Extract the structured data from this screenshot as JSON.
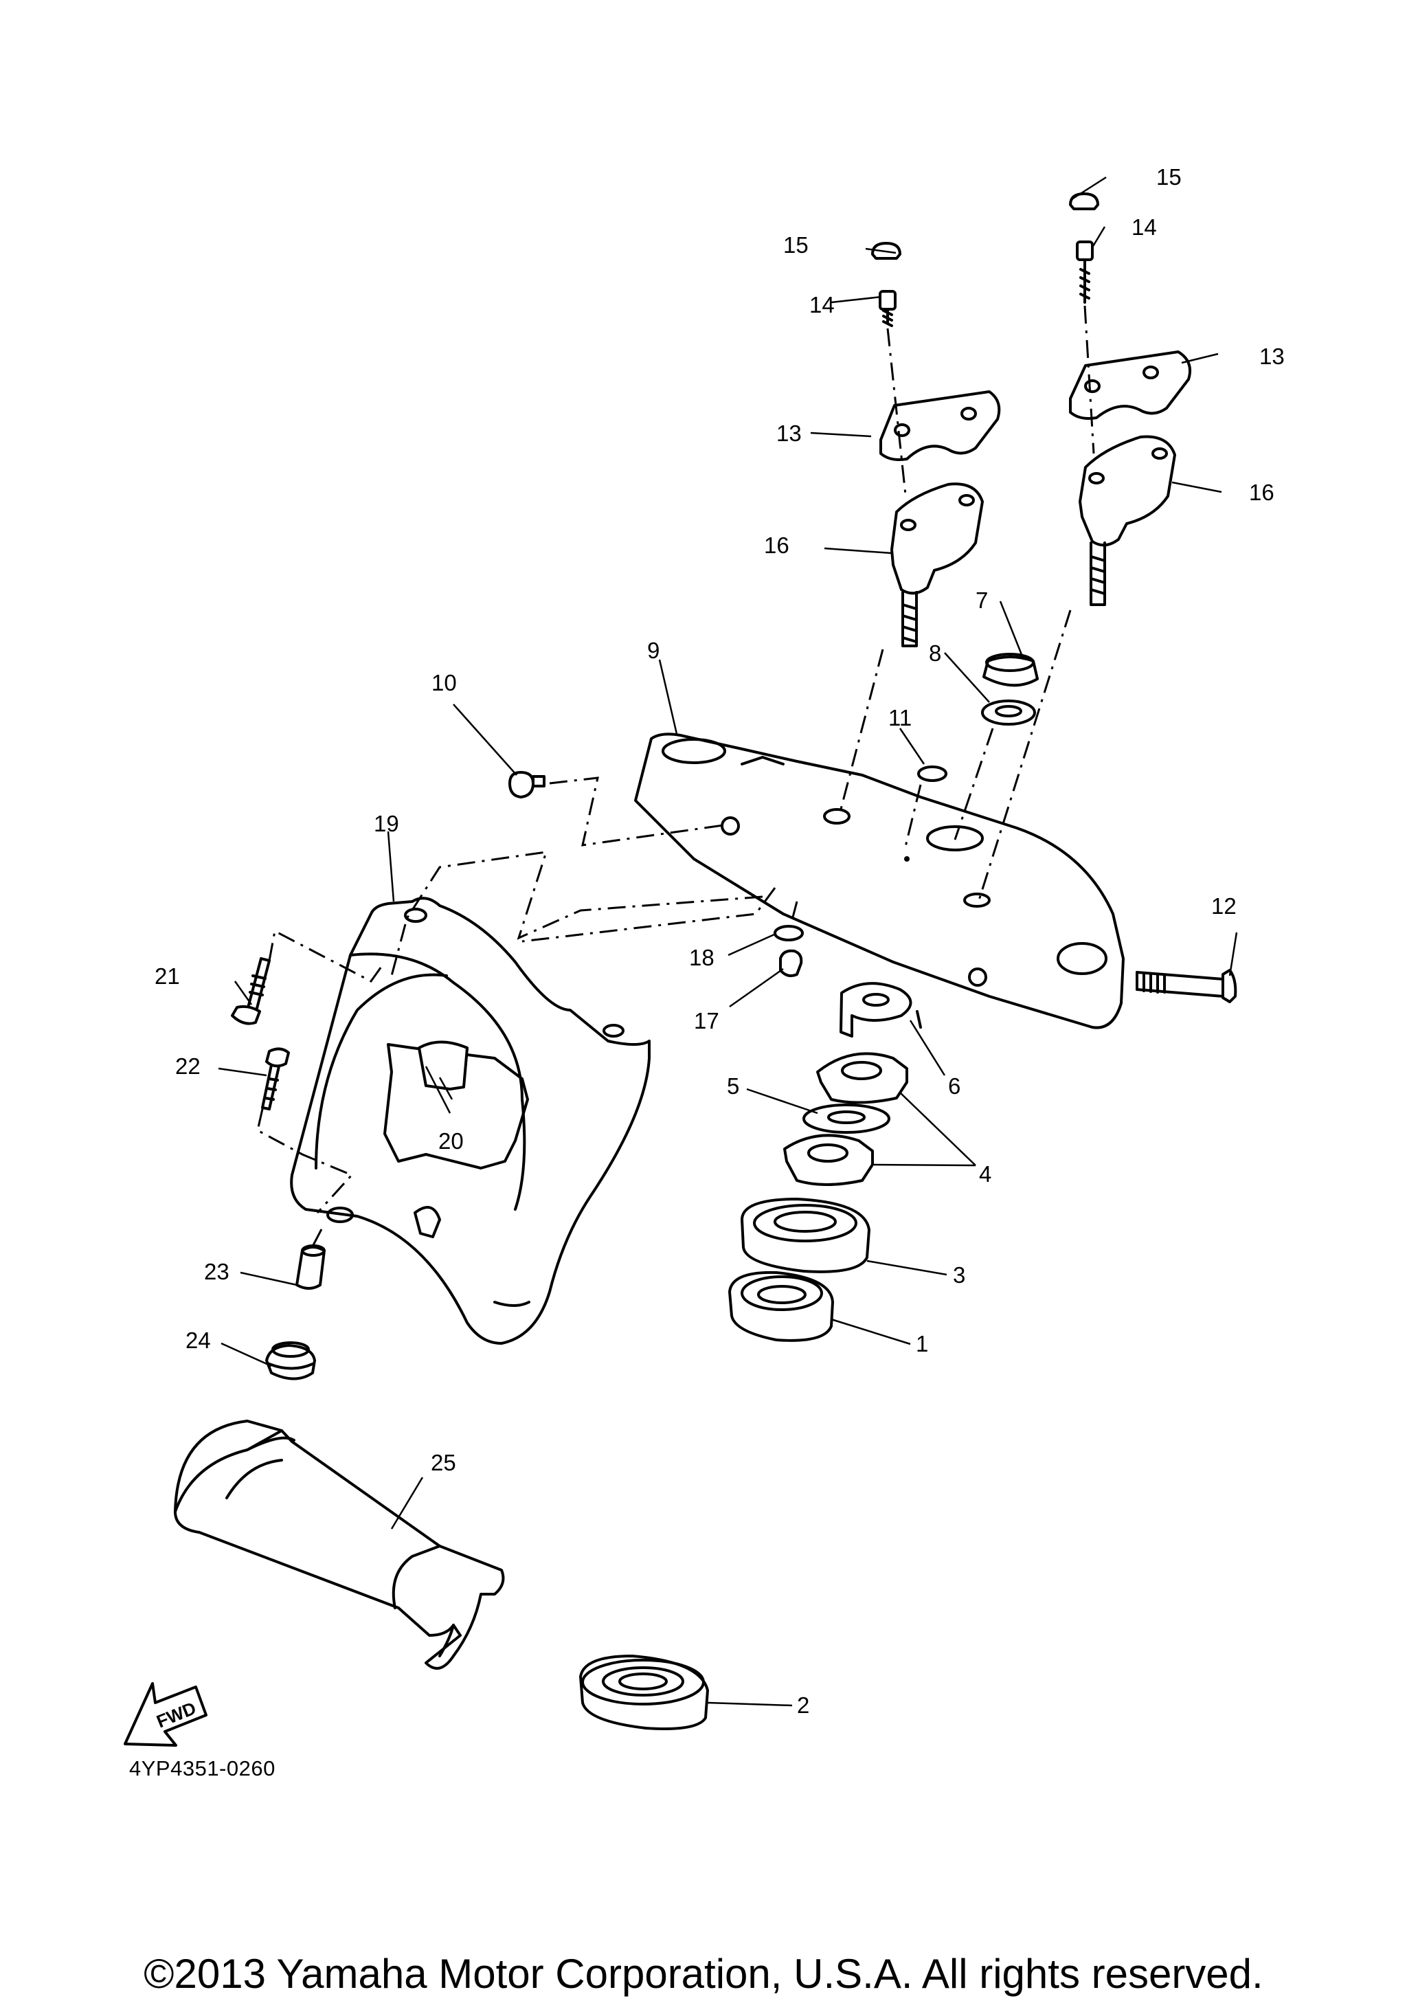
{
  "diagram": {
    "drawing_code": "4YP4351-0260",
    "copyright": "©2013 Yamaha Motor Corporation, U.S.A. All rights reserved.",
    "fwd_label": "FWD",
    "callouts": [
      {
        "ref": "1",
        "text": "1"
      },
      {
        "ref": "2",
        "text": "2"
      },
      {
        "ref": "3",
        "text": "3"
      },
      {
        "ref": "4",
        "text": "4"
      },
      {
        "ref": "5",
        "text": "5"
      },
      {
        "ref": "6",
        "text": "6"
      },
      {
        "ref": "7",
        "text": "7"
      },
      {
        "ref": "8",
        "text": "8"
      },
      {
        "ref": "9",
        "text": "9"
      },
      {
        "ref": "10",
        "text": "10"
      },
      {
        "ref": "11",
        "text": "11"
      },
      {
        "ref": "12",
        "text": "12"
      },
      {
        "ref": "13",
        "text": "13"
      },
      {
        "ref": "14",
        "text": "14"
      },
      {
        "ref": "15",
        "text": "15"
      },
      {
        "ref": "16",
        "text": "16"
      },
      {
        "ref": "17",
        "text": "17"
      },
      {
        "ref": "18",
        "text": "18"
      },
      {
        "ref": "19",
        "text": "19"
      },
      {
        "ref": "20",
        "text": "20"
      },
      {
        "ref": "21",
        "text": "21"
      },
      {
        "ref": "22",
        "text": "22"
      },
      {
        "ref": "23",
        "text": "23"
      },
      {
        "ref": "24",
        "text": "24"
      },
      {
        "ref": "25",
        "text": "25"
      }
    ]
  }
}
